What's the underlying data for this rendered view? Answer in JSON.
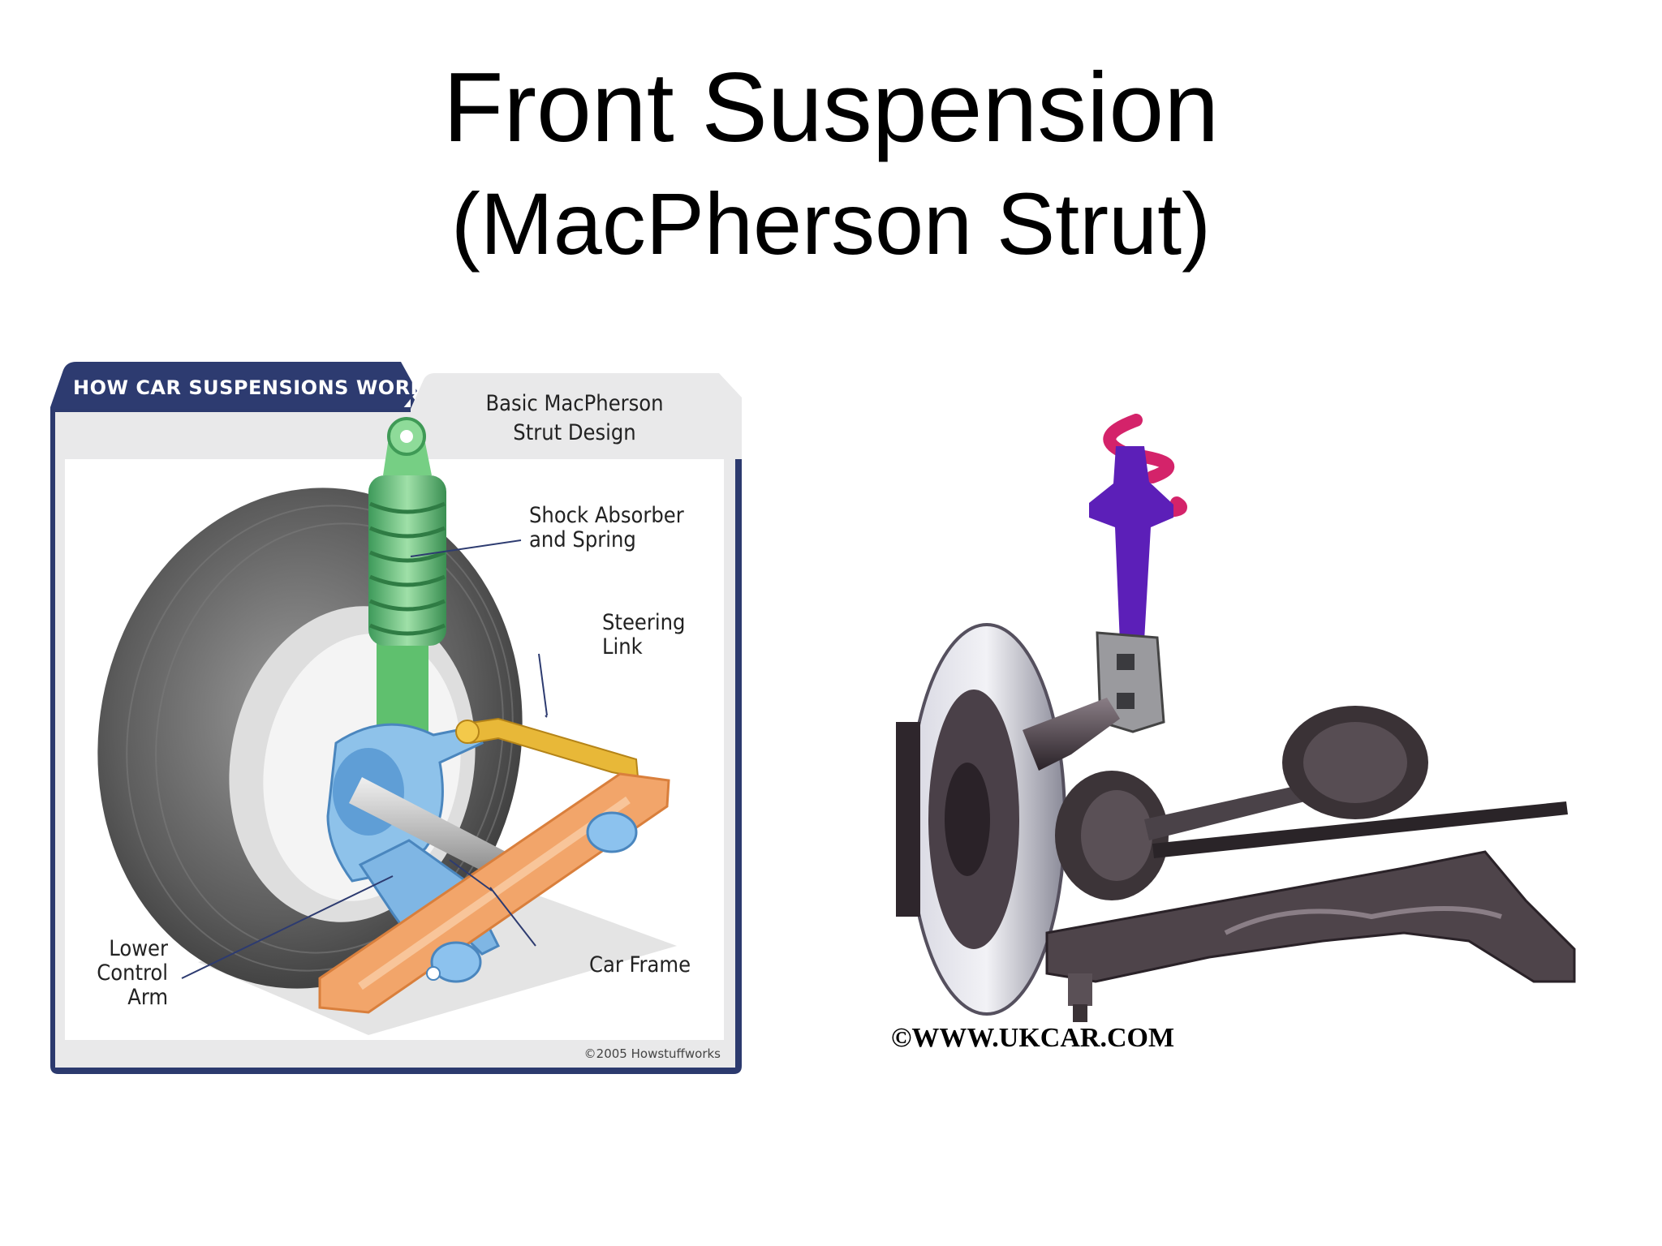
{
  "slide": {
    "title_line1": "Front Suspension",
    "title_line2": "(MacPherson Strut)"
  },
  "left_figure": {
    "tab_label": "HOW CAR SUSPENSIONS WORK",
    "heading_line1": "Basic MacPherson",
    "heading_line2": "Strut Design",
    "labels": {
      "shock_line1": "Shock Absorber",
      "shock_line2": "and Spring",
      "steering_line1": "Steering",
      "steering_line2": "Link",
      "lower_line1": "Lower",
      "lower_line2": "Control",
      "lower_line3": "Arm",
      "car_frame": "Car Frame"
    },
    "copyright": "©2005 Howstuffworks"
  },
  "right_figure": {
    "watermark": "©WWW.UKCAR.COM"
  }
}
